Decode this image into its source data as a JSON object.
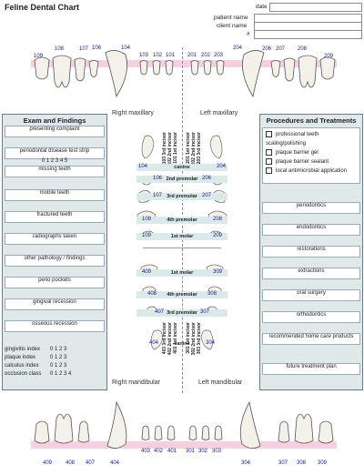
{
  "header": {
    "title": "Feline Dental Chart",
    "date_label": "date",
    "patient_label": "patient name",
    "client_label": "client name",
    "number_label": "#"
  },
  "upper_teeth": [
    "109",
    "108",
    "107",
    "106",
    "104",
    "103",
    "102",
    "101",
    "201",
    "202",
    "203",
    "204",
    "206",
    "207",
    "208",
    "209"
  ],
  "lower_teeth": [
    "409",
    "408",
    "407",
    "404",
    "403",
    "402",
    "401",
    "301",
    "302",
    "303",
    "304",
    "307",
    "308",
    "309"
  ],
  "quadrants": {
    "right_maxillary": "Right maxillary",
    "left_maxillary": "Left maxillary",
    "right_mandibular": "Right mandibular",
    "left_mandibular": "Left mandibular"
  },
  "exam": {
    "heading": "Exam and Findings",
    "presenting": "presenting complaint",
    "test_strip": "periodontal disease test strip",
    "test_scale": "0  1  2  3  4  5",
    "missing": "missing teeth",
    "mobile": "mobile teeth",
    "fractured": "fractured teeth",
    "radiographs": "radiographs taken",
    "other": "other pathology / findings",
    "perio_pockets": "perio pockets",
    "gingival": "gingival recession",
    "osseous": "osseous recession",
    "indices": [
      {
        "label": "gingivitis index",
        "scale": "0   1   2   3"
      },
      {
        "label": "plaque index",
        "scale": "0   1   2   3"
      },
      {
        "label": "calculus index",
        "scale": "0   1   2   3"
      },
      {
        "label": "occlusion class",
        "scale": "0   1   2   3   4"
      }
    ]
  },
  "procedures": {
    "heading": "Procedures and Treatments",
    "checks": [
      "professional teeth scaling/polishing",
      "plaque barrier gel",
      "plaque barrier sealant",
      "local antimicrobial application"
    ],
    "items": [
      "periodontics",
      "endodontics",
      "restorations",
      "extractions",
      "oral surgery",
      "orthodontics",
      "recommended home care products",
      "future treatment plan"
    ]
  },
  "upper_mid": {
    "incisors": [
      "103 3rd incisor",
      "102 2nd incisor",
      "101 1st incisor",
      "201 1st incisor",
      "202 2nd incisor",
      "203 3rd incisor"
    ],
    "canine": {
      "left": "104",
      "label": "canine",
      "right": "204"
    },
    "p2": {
      "left": "106",
      "label": "2nd premolar",
      "right": "206"
    },
    "p3": {
      "left": "107",
      "label": "3rd premolar",
      "right": "207"
    },
    "p4": {
      "left": "108",
      "label": "4th premolar",
      "right": "208"
    },
    "m1": {
      "left": "109",
      "label": "1st molar",
      "right": "209"
    }
  },
  "lower_mid": {
    "m1": {
      "left": "409",
      "label": "1st molar",
      "right": "309"
    },
    "p4": {
      "left": "408",
      "label": "4th premolar",
      "right": "308"
    },
    "p3": {
      "left": "407",
      "label": "3rd premolar",
      "right": "307"
    },
    "canine": {
      "left": "404",
      "label": "canine",
      "right": "304"
    },
    "incisors": [
      "403 3rd incisor",
      "402 2nd incisor",
      "401 1st incisor",
      "301 1st incisor",
      "302 2nd incisor",
      "303 3rd incisor"
    ]
  }
}
